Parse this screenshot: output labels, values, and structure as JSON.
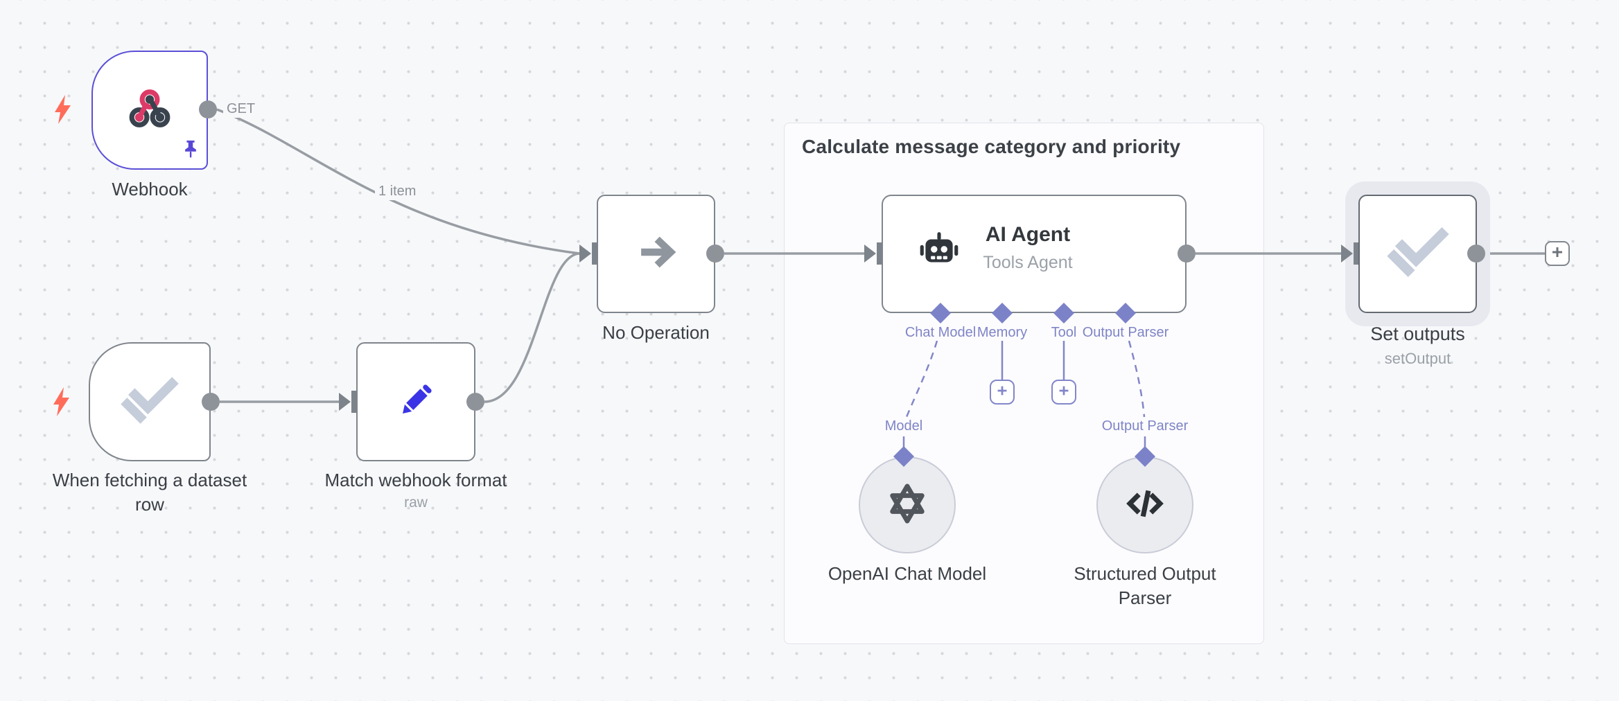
{
  "group": {
    "title": "Calculate message category and priority"
  },
  "nodes": {
    "webhook": {
      "label": "Webhook",
      "output_label": "GET"
    },
    "when_fetching": {
      "label_line1": "When fetching a dataset",
      "label_line2": "row"
    },
    "match_format": {
      "label": "Match webhook format",
      "sublabel": "raw"
    },
    "no_operation": {
      "label": "No Operation"
    },
    "ai_agent": {
      "title": "AI Agent",
      "subtitle": "Tools Agent",
      "port_labels": [
        "Chat Model",
        "Memory",
        "Tool",
        "Output Parser"
      ]
    },
    "openai_model": {
      "label": "OpenAI Chat Model",
      "port_label": "Model"
    },
    "structured_parser": {
      "label_line1": "Structured Output",
      "label_line2": "Parser",
      "port_label": "Output Parser"
    },
    "set_outputs": {
      "label": "Set outputs",
      "sublabel": "setOutput"
    }
  },
  "connections": {
    "webhook_items_label": "1 item"
  },
  "icons": {
    "webhook": "webhook-icon",
    "when_fetching": "double-check-icon",
    "match_format": "pencil-icon",
    "no_operation": "arrow-right-icon",
    "ai_agent": "robot-icon",
    "openai_model": "openai-icon",
    "structured_parser": "code-brackets-icon",
    "set_outputs": "double-check-icon",
    "trigger": "lightning-bolt-icon",
    "pinned": "pin-icon",
    "add": "plus-icon"
  },
  "colors": {
    "canvas_bg": "#f7f8fa",
    "selected_border_purple": "#5b50d6",
    "node_border_grey": "#7f858c",
    "wire_grey": "#989da3",
    "connector_purple": "#8286c9",
    "trigger_orange": "#ff6d5a",
    "pencil_blue": "#3a34e6",
    "webhook_pink": "#dc3a67",
    "dark_slate": "#39434e",
    "check_grey": "#c5ccda"
  }
}
